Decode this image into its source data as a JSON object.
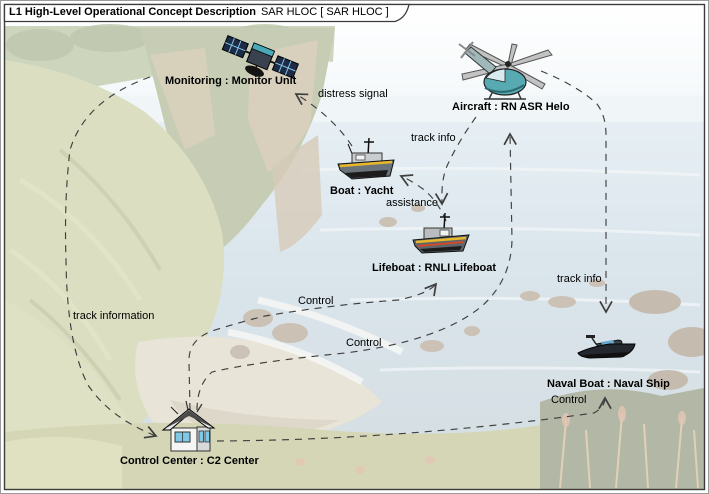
{
  "window": {
    "title_main": "L1 High-Level Operational Concept Description",
    "title_sub": "SAR HLOC [ SAR HLOC ]"
  },
  "nodes": [
    {
      "id": "monitoring",
      "label": "Monitoring : Monitor Unit",
      "icon": "satellite-icon"
    },
    {
      "id": "aircraft",
      "label": "Aircraft : RN ASR Helo",
      "icon": "helicopter-icon"
    },
    {
      "id": "boat",
      "label": "Boat : Yacht",
      "icon": "yacht-icon"
    },
    {
      "id": "lifeboat",
      "label": "Lifeboat : RNLI Lifeboat",
      "icon": "lifeboat-icon"
    },
    {
      "id": "naval_boat",
      "label": "Naval Boat : Naval Ship",
      "icon": "naval-ship-icon"
    },
    {
      "id": "control_center",
      "label": "Control Center : C2 Center",
      "icon": "house-icon"
    }
  ],
  "edges": [
    {
      "label": "distress signal",
      "from": "Boat : Yacht",
      "to": "Monitoring : Monitor Unit"
    },
    {
      "label": "track information",
      "from": "Monitoring : Monitor Unit",
      "to": "Control Center : C2 Center"
    },
    {
      "label": "Control",
      "from": "Control Center : C2 Center",
      "to": "Lifeboat : RNLI Lifeboat"
    },
    {
      "label": "Control",
      "from": "Control Center : C2 Center",
      "to": "Aircraft : RN ASR Helo"
    },
    {
      "label": "Control",
      "from": "Control Center : C2 Center",
      "to": "Naval Boat : Naval Ship"
    },
    {
      "label": "track info",
      "from": "Aircraft : RN ASR Helo",
      "to": "Lifeboat : RNLI Lifeboat"
    },
    {
      "label": "track info",
      "from": "Aircraft : RN ASR Helo",
      "to": "Naval Boat : Naval Ship"
    },
    {
      "label": "assistance",
      "from": "Lifeboat : RNLI Lifeboat",
      "to": "Boat : Yacht"
    }
  ],
  "colors": {
    "frame_border": "#3c3c3c",
    "edge_line": "#3f3f3f",
    "label_text": "#000000",
    "sea": "#c9dbe6",
    "hillside": "#c6cba2",
    "beach": "#ddd6c3",
    "sky": "#ffffff"
  }
}
